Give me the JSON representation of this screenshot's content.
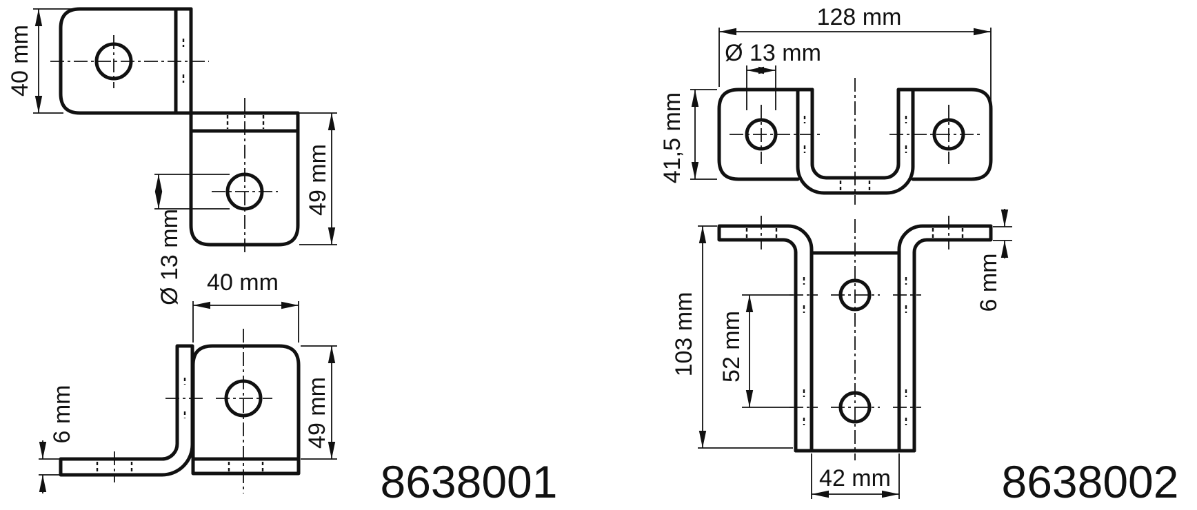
{
  "drawing": {
    "background_color": "#ffffff",
    "line_color": "#111111",
    "units": "mm"
  },
  "figures": [
    {
      "part_number": "8638001",
      "dims": {
        "plan_flange_depth": "40 mm",
        "plan_face_height": "49 mm",
        "hole_diameter": "Ø 13 mm",
        "face_width": "40 mm",
        "face_height": "49 mm",
        "material_thickness": "6 mm"
      }
    },
    {
      "part_number": "8638002",
      "dims": {
        "overall_width": "128 mm",
        "hole_diameter": "Ø 13 mm",
        "flange_height": "41,5 mm",
        "overall_height": "103 mm",
        "hole_spacing": "52 mm",
        "material_thickness": "6 mm",
        "channel_width": "42 mm"
      }
    }
  ]
}
